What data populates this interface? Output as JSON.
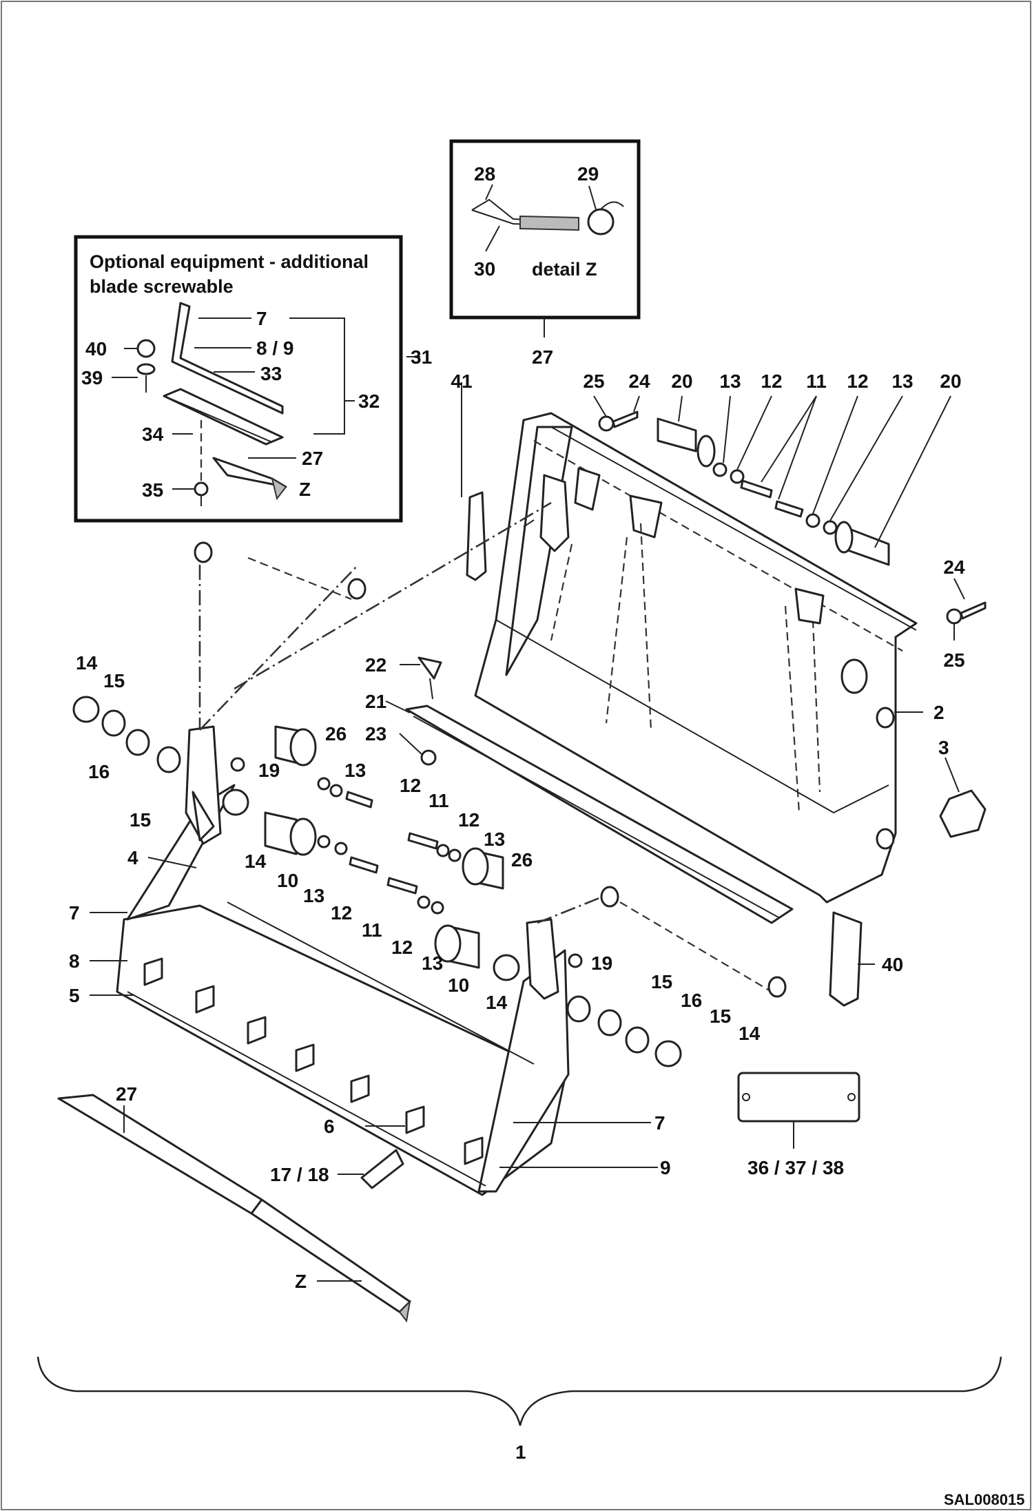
{
  "drawing_ref": "SAL008015",
  "insets": {
    "optional_title_line1": "Optional equipment - additional",
    "optional_title_line2": "blade screwable",
    "detail_label": "detail Z"
  },
  "callouts": {
    "n1": "1",
    "n2": "2",
    "n3": "3",
    "n4": "4",
    "n5": "5",
    "n6": "6",
    "n7": "7",
    "n8": "8",
    "n9": "9",
    "n10": "10",
    "n11": "11",
    "n12": "12",
    "n13": "13",
    "n14": "14",
    "n15": "15",
    "n16": "16",
    "n17_18": "17 / 18",
    "n19": "19",
    "n20": "20",
    "n21": "21",
    "n22": "22",
    "n23": "23",
    "n24": "24",
    "n25": "25",
    "n26": "26",
    "n27": "27",
    "n28": "28",
    "n29": "29",
    "n30": "30",
    "n31": "31",
    "n32": "32",
    "n33": "33",
    "n34": "34",
    "n35": "35",
    "n36_37_38": "36 / 37 / 38",
    "n39": "39",
    "n40": "40",
    "n41": "41",
    "n8_9": "8 / 9",
    "z": "Z"
  }
}
